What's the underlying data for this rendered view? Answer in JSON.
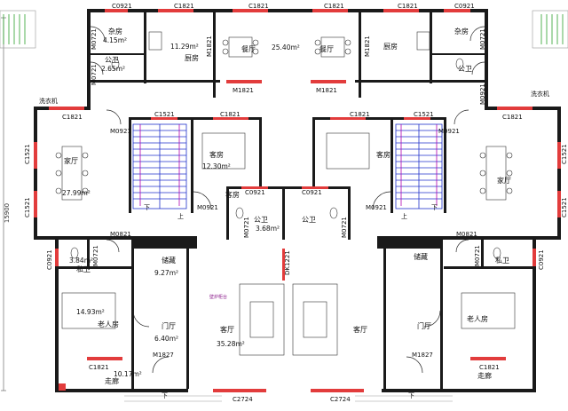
{
  "overall_dimension": "15900",
  "window_labels": {
    "c0921": "C0921",
    "c1821": "C1821",
    "c1521": "C1521",
    "c2724": "C2724",
    "dk1221": "DK1221"
  },
  "door_labels": {
    "m0921": "M0921",
    "m0721": "M0721",
    "m1821": "M1821",
    "m0821": "M0821",
    "m1827": "M1827"
  },
  "rooms": {
    "storage": "杂房",
    "storage_area": "4.15m²",
    "public_toilet": "公卫",
    "public_toilet_area": "2.65m²",
    "kitchen": "厨房",
    "kitchen_area": "11.29m²",
    "dining": "餐厅",
    "dining_area": "25.40m²",
    "family_room": "家厅",
    "family_room_area": "27.99m²",
    "guest_room": "客房",
    "guest_room_area": "12.30m²",
    "center_toilet_area": "3.68m²",
    "private_toilet": "私卫",
    "private_toilet_area": "3.84m²",
    "elder_room": "老人房",
    "elder_room_area": "14.93m²",
    "storage_room": "储藏",
    "storage_room_area": "9.27m²",
    "hall": "门厅",
    "hall_area": "6.40m²",
    "living": "客厅",
    "living_area": "35.28m²",
    "corridor": "走廊",
    "corridor_area": "10.17m²"
  },
  "labels": {
    "down": "下",
    "up": "上",
    "laundry": "洗衣机",
    "fireplace": "壁炉柜台"
  }
}
